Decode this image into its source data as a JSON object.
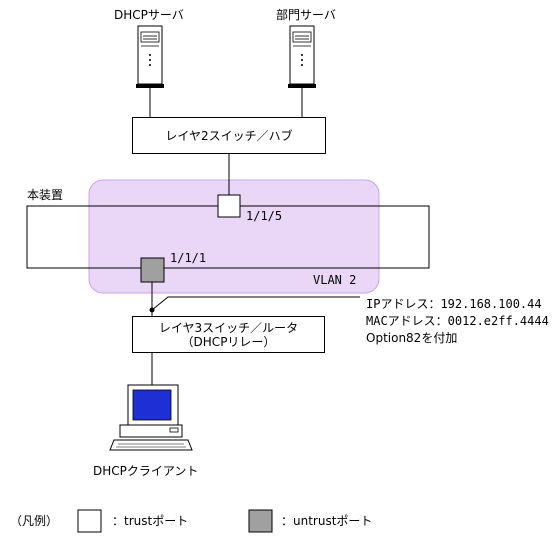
{
  "servers": {
    "dhcp_server_label": "DHCPサーバ",
    "dept_server_label": "部門サーバ"
  },
  "switch_l2": {
    "label": "レイヤ2スイッチ／ハブ"
  },
  "device": {
    "label": "本装置"
  },
  "ports": {
    "trust_port": "1/1/5",
    "untrust_port": "1/1/1"
  },
  "vlan": {
    "label": "VLAN 2",
    "fill_color": "#e8d4f7",
    "border_color": "#c9a6e3"
  },
  "router": {
    "line1": "レイヤ3スイッチ／ルータ",
    "line2": "（DHCPリレー）"
  },
  "client_info": {
    "ip": "IPアドレス：192.168.100.44",
    "mac": "MACアドレス：0012.e2ff.4444",
    "option": "Option82を付加"
  },
  "client": {
    "label": "DHCPクライアント",
    "screen_color": "#1f2fd6"
  },
  "legend": {
    "title": "（凡例）",
    "trust_label": "：trustポート",
    "untrust_label": "：untrustポート",
    "untrust_color": "#a0a0a0"
  }
}
